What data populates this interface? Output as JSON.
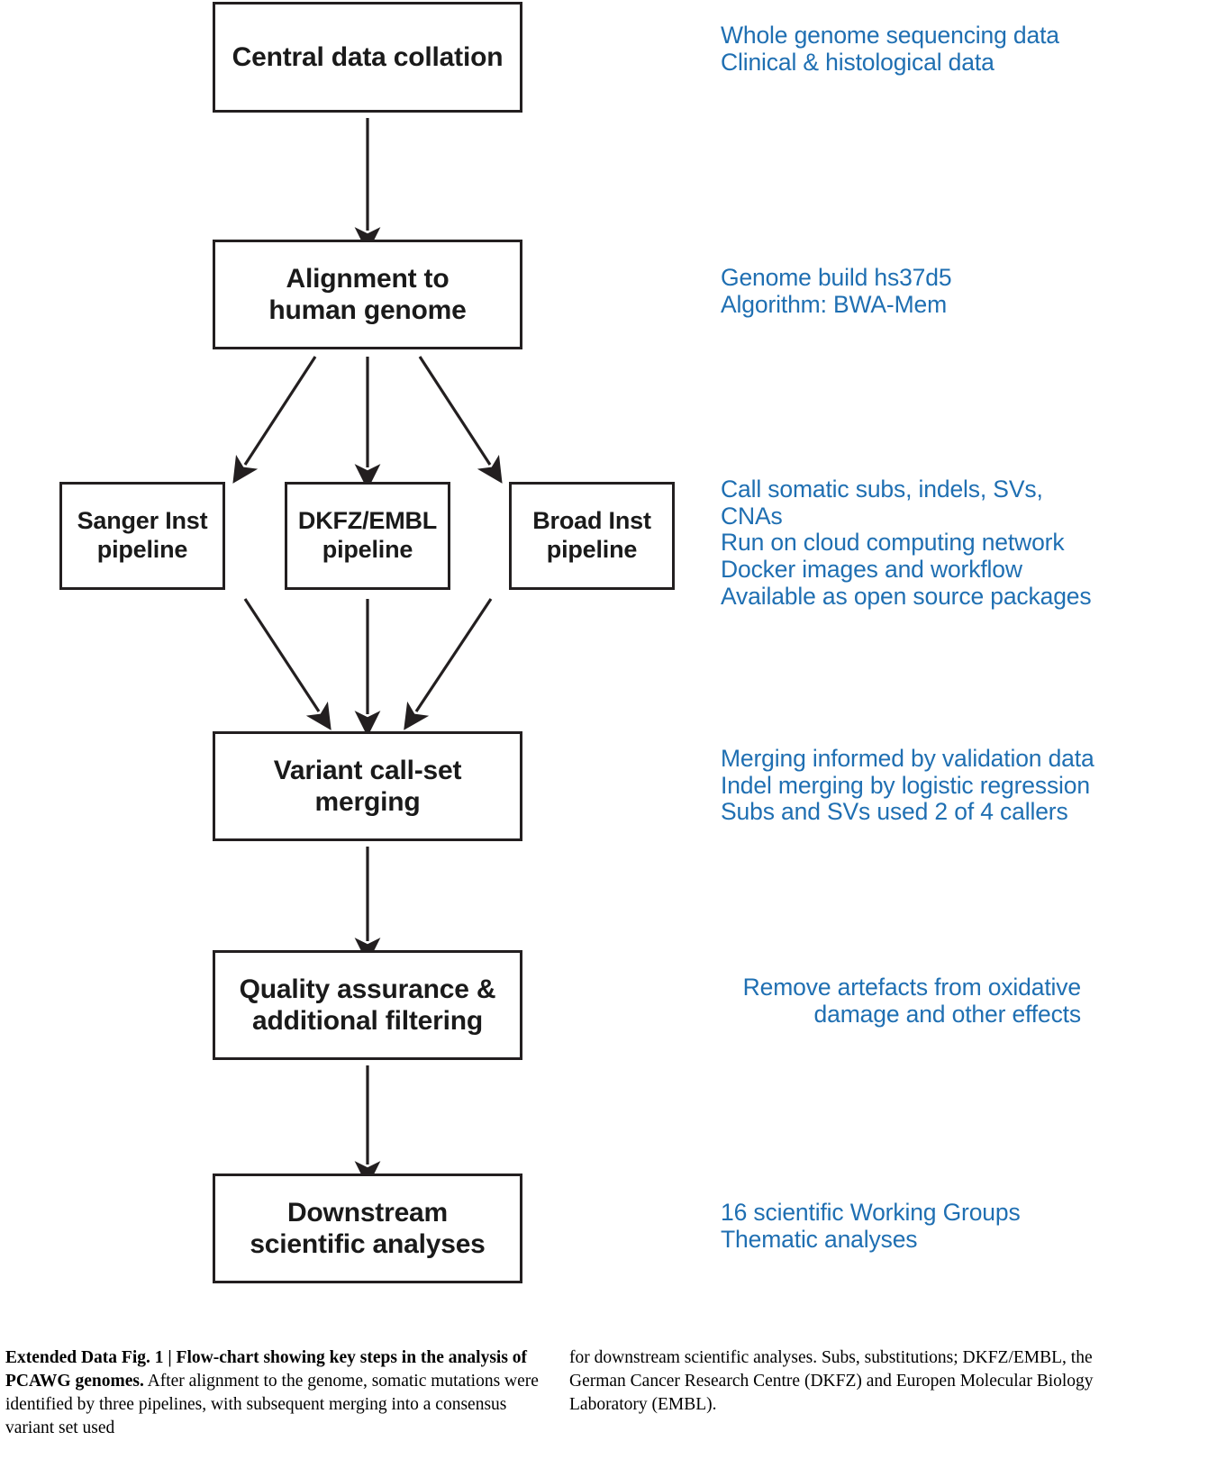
{
  "figure": {
    "nodes": [
      {
        "id": "central",
        "label": "Central data collation"
      },
      {
        "id": "alignment",
        "label": "Alignment to\nhuman genome"
      },
      {
        "id": "sanger",
        "label": "Sanger Inst\npipeline"
      },
      {
        "id": "dkfz",
        "label": "DKFZ/EMBL\npipeline"
      },
      {
        "id": "broad",
        "label": "Broad Inst\npipeline"
      },
      {
        "id": "merging",
        "label": "Variant call-set\nmerging"
      },
      {
        "id": "qa",
        "label": "Quality assurance &\nadditional filtering"
      },
      {
        "id": "downstream",
        "label": "Downstream\nscientific analyses"
      }
    ],
    "annotations": {
      "central": "Whole genome sequencing data\nClinical & histological data",
      "alignment": "Genome build hs37d5\nAlgorithm: BWA-Mem",
      "pipelines": "Call somatic subs, indels, SVs, CNAs\nRun on cloud computing network\nDocker images and workflow\nAvailable as open source packages",
      "merging": "Merging informed by validation data\nIndel merging by logistic regression\nSubs and SVs used 2 of 4 callers",
      "qa": "Remove artefacts from oxidative\ndamage and other effects",
      "downstream": "16 scientific Working Groups\nThematic analyses"
    },
    "colors": {
      "annotation_blue": "#1f6fb2",
      "box_outline": "#231f20",
      "text_black": "#1a1a1a",
      "background": "#ffffff"
    }
  },
  "caption": {
    "label_bold": "Extended Data Fig. 1 | Flow-chart showing key steps in the analysis of PCAWG genomes.",
    "body_left": " After alignment to the genome, somatic mutations were identified by three pipelines, with subsequent merging into a consensus variant set used",
    "body_right": "for downstream scientific analyses. Subs, substitutions; DKFZ/EMBL, the German Cancer Research Centre (DKFZ) and Europen Molecular Biology Laboratory (EMBL)."
  }
}
